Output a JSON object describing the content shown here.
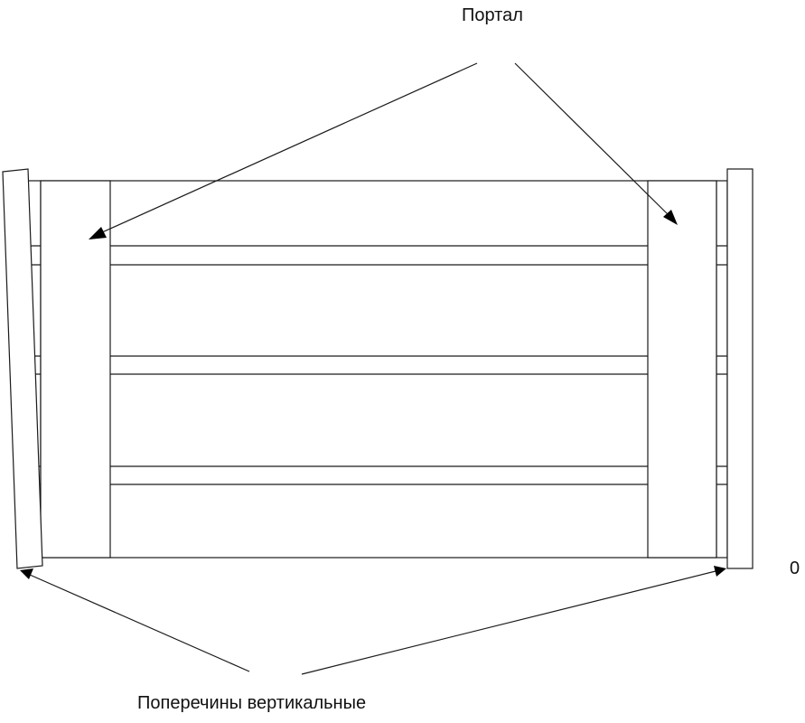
{
  "labels": {
    "portal": "Портал",
    "crossbars": "Поперечины вертикальные",
    "zero": "0"
  },
  "colors": {
    "line": "#1a1a1a",
    "arrowhead": "#000000",
    "background": "#ffffff"
  }
}
